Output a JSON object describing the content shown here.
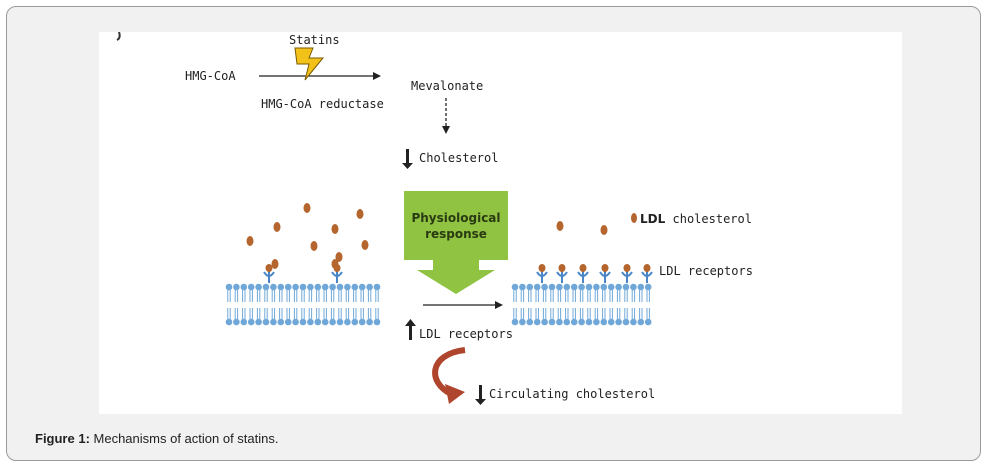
{
  "figure": {
    "statins": "Statins",
    "hmg_coa": "HMG-CoA",
    "reductase": "HMG-CoA reductase",
    "mevalonate": "Mevalonate",
    "cholesterol": "Cholesterol",
    "physiological_line1": "Physiological",
    "physiological_line2": "response",
    "ldl_prefix": "LDL",
    "ldl_rest": " cholesterol",
    "ldl_receptors_right": "LDL receptors",
    "ldl_receptors_bottom": "LDL receptors",
    "circulating": "Circulating cholesterol",
    "colors": {
      "particle": "#b5662f",
      "membrane": "#6fa8d8",
      "green": "#8fc341",
      "red_arrow": "#b0452d",
      "receptor_stem": "#4a86c5"
    }
  },
  "caption": {
    "label": "Figure 1:",
    "text": " Mechanisms of action of statins."
  }
}
